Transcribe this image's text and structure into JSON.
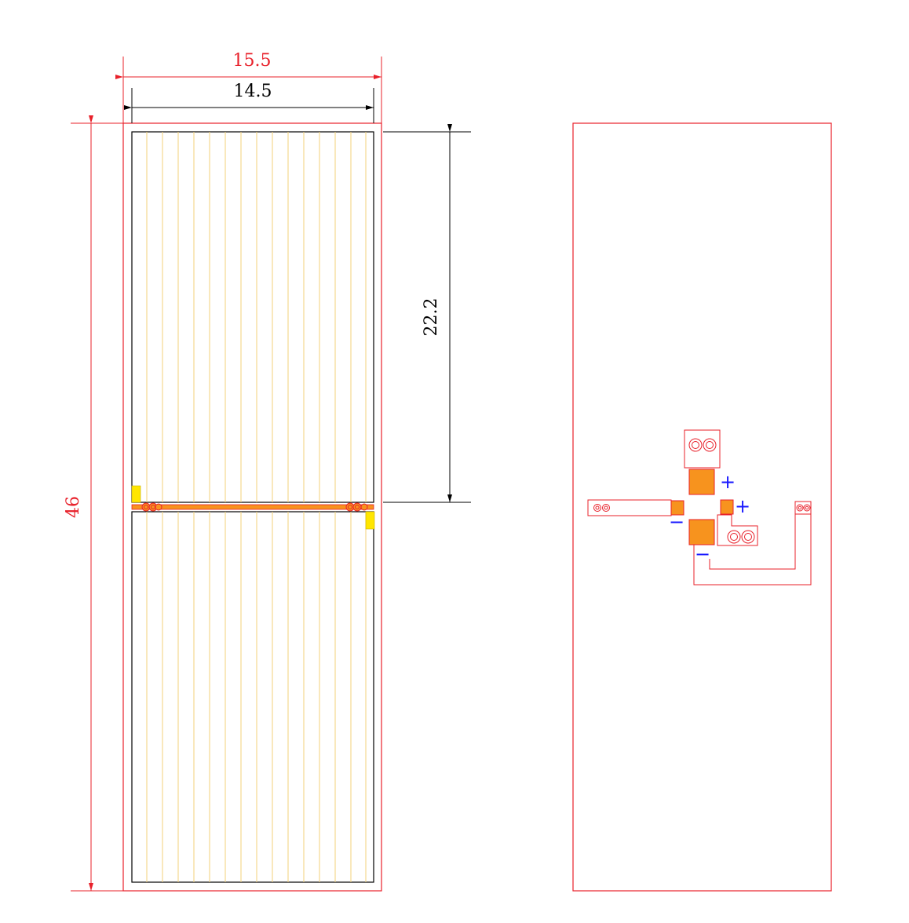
{
  "colors": {
    "outline_red": "#e8202a",
    "inner_black": "#000000",
    "finger_yellow": "#f3d27a",
    "pad_orange": "#f7931e",
    "tab_yellow": "#ffe600",
    "polarity_blue": "#1a1aff"
  },
  "front_view": {
    "dim_overall_width": "15.5",
    "dim_inner_width": "14.5",
    "dim_overall_height": "46",
    "dim_cell_height": "22.2"
  },
  "back_view": {
    "plus_upper": "+",
    "plus_right": "+",
    "minus_left": "−",
    "minus_lower": "−"
  }
}
